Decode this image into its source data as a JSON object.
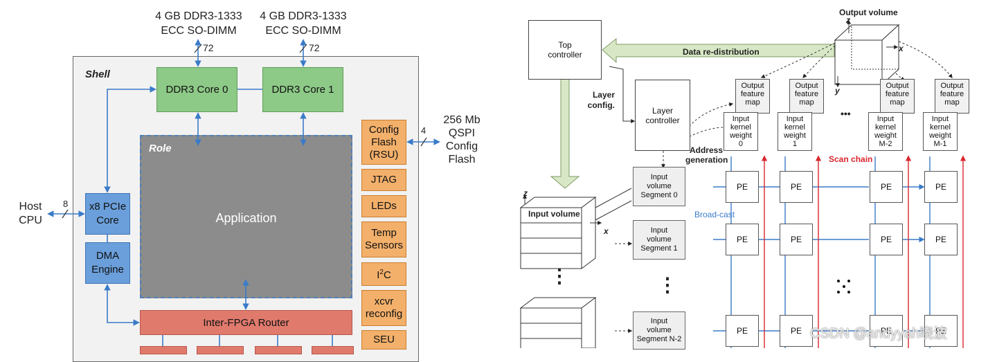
{
  "left": {
    "mem0": "4 GB DDR3-1333\nECC SO-DIMM",
    "mem1": "4 GB DDR3-1333\nECC SO-DIMM",
    "bw0": "72",
    "bw1": "72",
    "shell": "Shell",
    "ddr0": "DDR3 Core 0",
    "ddr1": "DDR3 Core 1",
    "role": "Role",
    "application": "Application",
    "host": "Host\nCPU",
    "pcie_w": "8",
    "pcie": "x8 PCIe\nCore",
    "dma": "DMA\nEngine",
    "router": "Inter-FPGA Router",
    "config": "Config\nFlash\n(RSU)",
    "jtag": "JTAG",
    "leds": "LEDs",
    "temp": "Temp\nSensors",
    "i2c_main": "I",
    "i2c_sup": "2",
    "i2c_tail": "C",
    "xcvr": "xcvr\nreconfig",
    "seu": "SEU",
    "qspi_w": "4",
    "qspi": "256 Mb\nQSPI\nConfig\nFlash"
  },
  "right": {
    "output_volume": "Output volume",
    "top_controller": "Top\ncontroller",
    "redistribution": "Data re-distribution",
    "layer_config": "Layer\nconfig.",
    "layer_controller": "Layer\ncontroller",
    "address_generation": "Address\ngeneration",
    "scan_chain": "Scan chain",
    "broadcast": "Broad-cast",
    "input_volume": "Input volume",
    "seg0": "Input\nvolume\nSegment 0",
    "seg1": "Input\nvolume\nSegment 1",
    "segN2": "Input\nvolume\nSegment N-2",
    "pe": "PE",
    "ofm": "Output\nfeature\nmap",
    "ikw0": "Input\nkernel\nweight\n0",
    "ikw1": "Input\nkernel\nweight\n1",
    "ikwM2": "Input\nkernel\nweight\nM-2",
    "ikwM1": "Input\nkernel\nweight\nM-1",
    "ellipsis_h": "•••",
    "ellipsis_v": "⋮",
    "axis_x": "x",
    "axis_y": "y",
    "axis_z": "z",
    "watermark": "CSDN @andyyah晓波"
  },
  "colors": {
    "ddr": "#8dc987",
    "side": "#f3b06b",
    "blue": "#6a9fdb",
    "router": "#e07a6d",
    "role": "#8c8c8c",
    "shell": "#f2f2f2",
    "arrow_blue": "#3a7bc8",
    "scan_red": "#d9262e",
    "redistribution": "#d8e8c6"
  }
}
